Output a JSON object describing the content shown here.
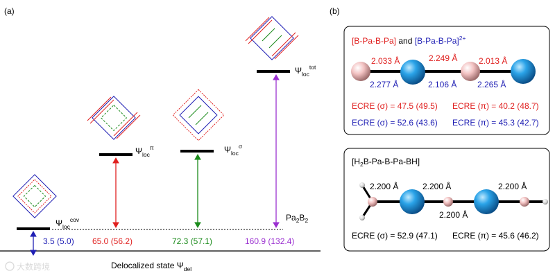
{
  "panel_a": {
    "label": "(a)",
    "baseline_label": "Delocalized state Ψ",
    "baseline_sub": "del",
    "pa2b2_label": "Pa",
    "pa2b2_sub1": "2",
    "pa2b2_mid": "B",
    "pa2b2_sub2": "2",
    "states": [
      {
        "sym": "Ψ",
        "sub": "loc",
        "sup": "cov"
      },
      {
        "sym": "Ψ",
        "sub": "loc",
        "sup": "π"
      },
      {
        "sym": "Ψ",
        "sub": "loc",
        "sup": "σ"
      },
      {
        "sym": "Ψ",
        "sub": "loc",
        "sup": "tot"
      }
    ],
    "energies": [
      "3.5 (5.0)",
      "65.0 (56.2)",
      "72.3 (57.1)",
      "160.9 (132.4)"
    ],
    "colors": {
      "cov": "#1f1fb4",
      "pi": "#e0201f",
      "sigma": "#1a8a1a",
      "tot": "#9a2fd0"
    }
  },
  "panel_b": {
    "label": "(b)",
    "box1": {
      "title_red": "[B-Pa-B-Pa]",
      "title_and": " and ",
      "title_blue": "[B-Pa-B-Pa]",
      "title_blue_sup": "2+",
      "red_bonds": [
        "2.033 Å",
        "2.249 Å",
        "2.013 Å"
      ],
      "blue_bonds": [
        "2.277 Å",
        "2.106 Å",
        "2.265 Å"
      ],
      "ecre_red_sigma": "ECRE (σ) = 47.5 (49.5)",
      "ecre_red_pi": "ECRE (π) = 40.2 (48.7)",
      "ecre_blue_sigma": "ECRE (σ) = 52.6 (43.6)",
      "ecre_blue_pi": "ECRE (π) = 45.3 (42.7)"
    },
    "box2": {
      "title_a": "[H",
      "title_sub": "2",
      "title_b": "B-Pa-B-Pa-BH]",
      "bonds": [
        "2.200 Å",
        "2.200 Å",
        "2.200 Å",
        "2.200 Å"
      ],
      "ecre_sigma": "ECRE (σ) = 52.9 (47.1)",
      "ecre_pi": "ECRE (π) = 45.6 (46.2)"
    }
  },
  "watermark": "大数跨境"
}
